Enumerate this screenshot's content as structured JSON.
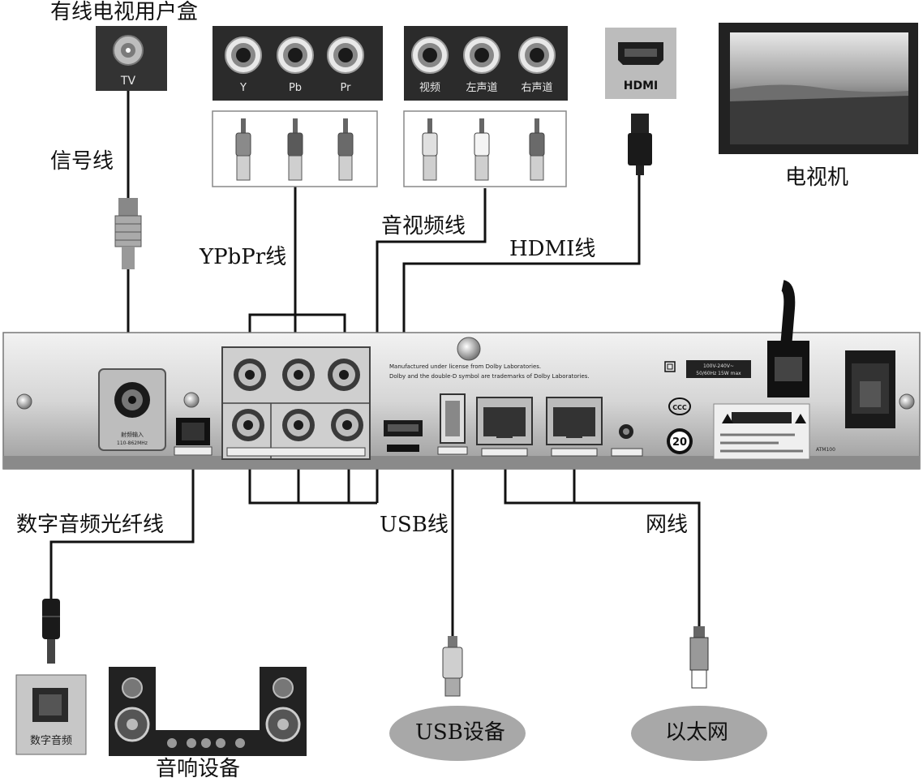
{
  "labels": {
    "cable_tv_box": "有线电视用户盒",
    "signal_cable": "信号线",
    "ypbpr_cable": "YPbPr线",
    "av_cable": "音视频线",
    "hdmi_cable": "HDMI线",
    "tv": "电视机",
    "optical_cable": "数字音频光纤线",
    "usb_cable": "USB线",
    "network_cable": "网线",
    "audio_equipment": "音响设备",
    "usb_device": "USB设备",
    "ethernet": "以太网"
  },
  "panels": {
    "tv_port": "TV",
    "ypbpr_ports": [
      "Y",
      "Pb",
      "Pr"
    ],
    "av_ports": [
      "视频",
      "左声道",
      "右声道"
    ],
    "hdmi_port": "HDMI",
    "digital_audio": "数字音频"
  },
  "stb": {
    "dolby_line1": "Manufactured under license from Dolby Laboratories.",
    "dolby_line2": "Dolby and the double-D symbol are trademarks of Dolby Laboratories.",
    "rf_in_label": "射频输入",
    "rf_in_freq": "110-862MHz",
    "power_rating_1": "100V-240V~",
    "power_rating_2": "50/60Hz 15W max",
    "ccc": "CCC",
    "years": "20",
    "model": "ATM100"
  },
  "colors": {
    "panel_dark": "#2b2b2b",
    "rca_red": "#6a6a6a",
    "rca_green": "#8a8a8a",
    "rca_blue": "#5a5a5a",
    "oval_fill": "#a8a8a8"
  }
}
